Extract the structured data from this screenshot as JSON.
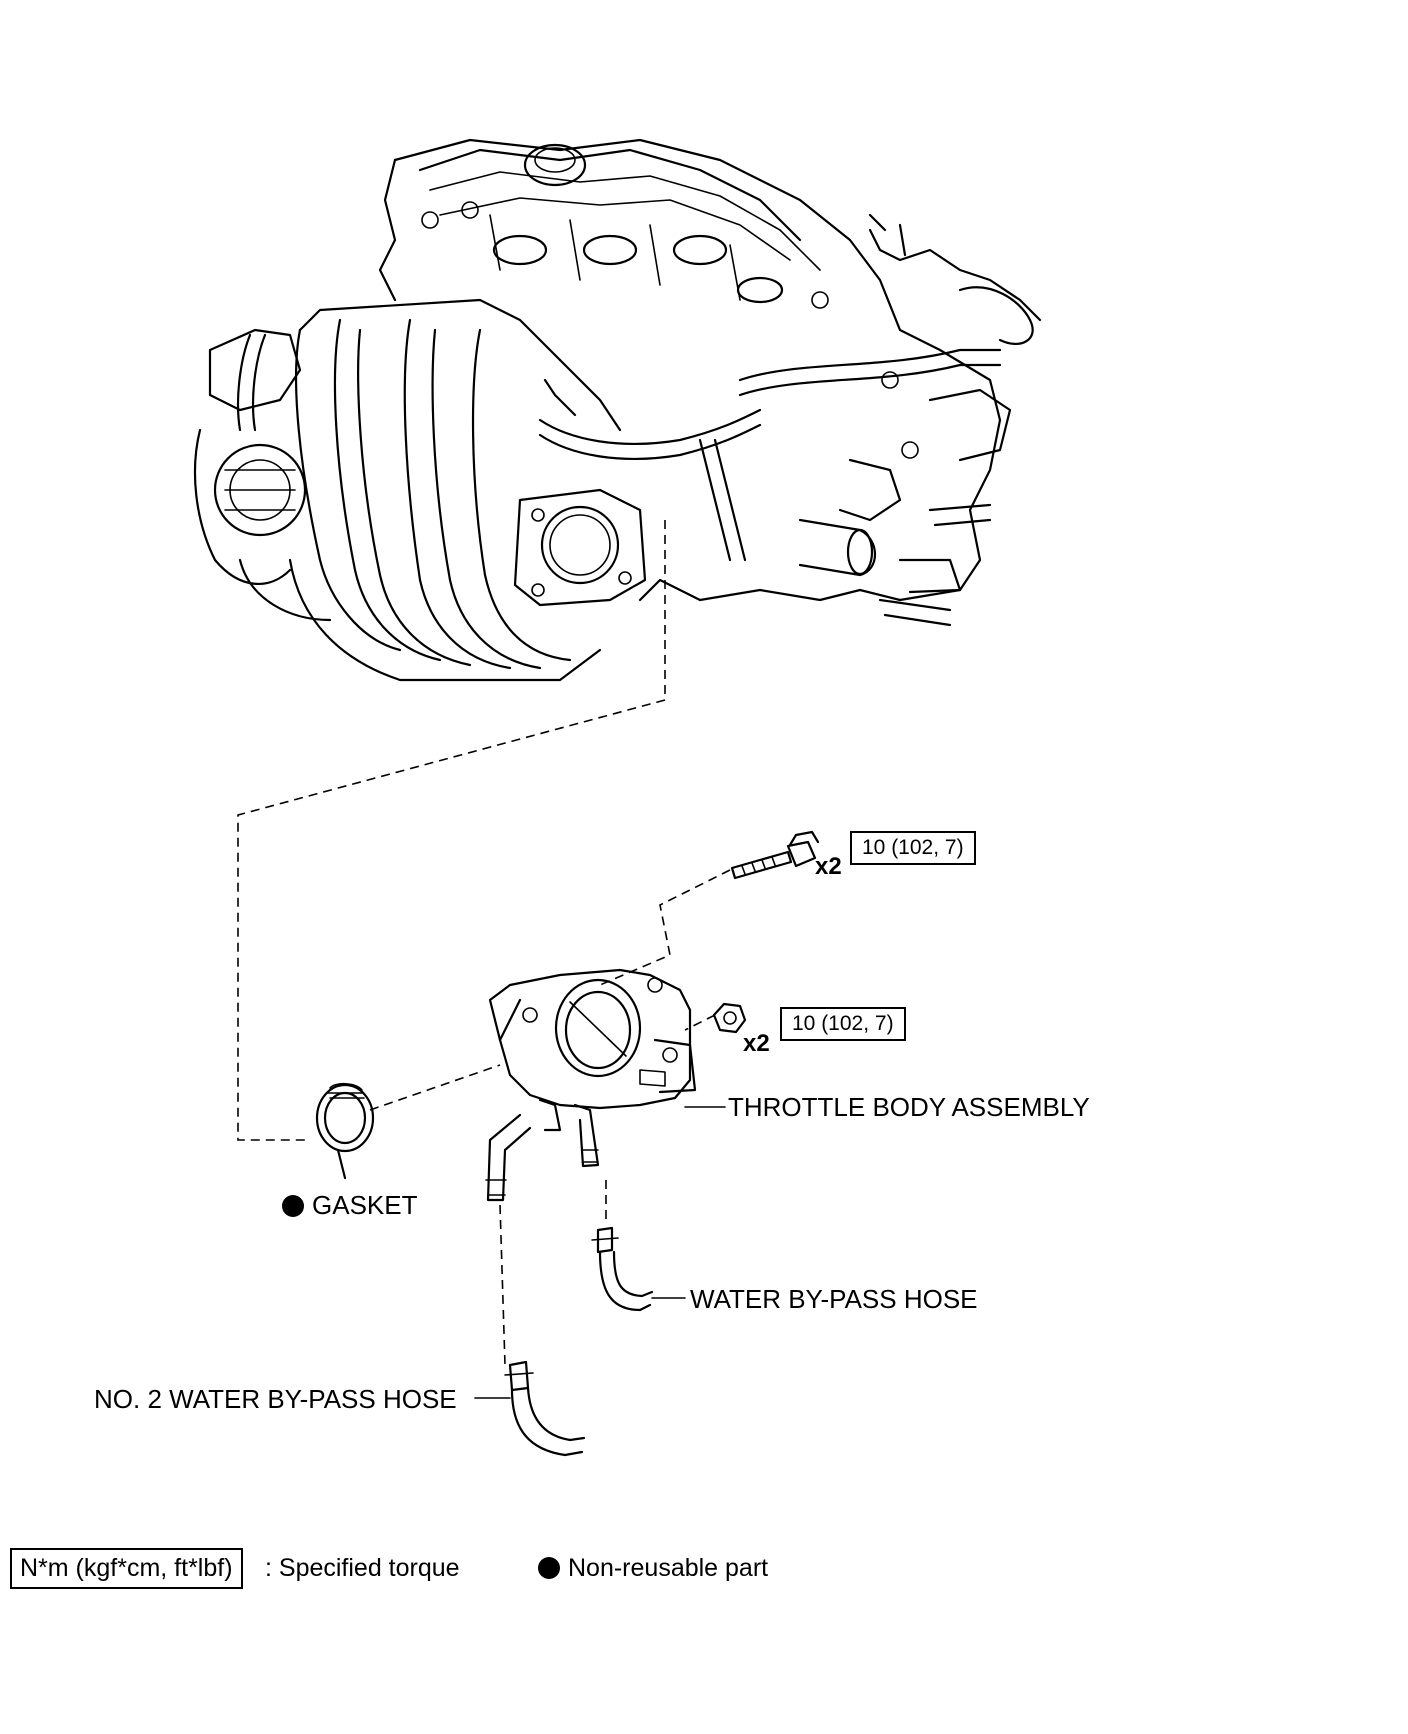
{
  "labels": {
    "throttle_body": "THROTTLE BODY ASSEMBLY",
    "gasket": "GASKET",
    "water_bypass_hose": "WATER BY-PASS HOSE",
    "no2_water_bypass_hose": "NO. 2 WATER BY-PASS HOSE"
  },
  "torque": {
    "bolt": {
      "value": "10 (102, 7)",
      "qty": "x2"
    },
    "nut": {
      "value": "10 (102, 7)",
      "qty": "x2"
    }
  },
  "legend": {
    "torque_unit": "N*m (kgf*cm, ft*lbf)",
    "torque_desc": ": Specified torque",
    "non_reusable": "Non-reusable part"
  }
}
